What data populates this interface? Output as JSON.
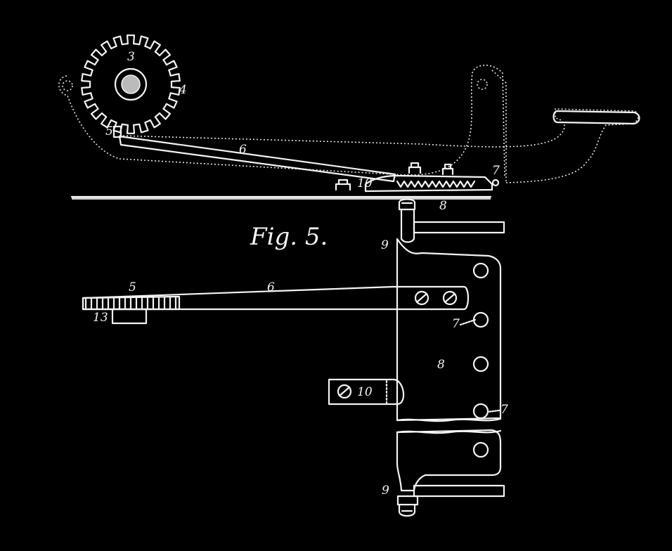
{
  "figure": {
    "caption": "Fig. 5."
  },
  "labels": {
    "gear": "3",
    "gear_teeth": "4",
    "pawl_top": "5",
    "lever_top": "6",
    "pin_top": "7",
    "plate_top": "8",
    "spring_top": "10",
    "pawl_bottom": "5",
    "lever_bottom": "6",
    "gear_bottom": "13",
    "pivot_upper": "9",
    "hole_upper": "7",
    "plate_bottom": "8",
    "block_bottom": "10",
    "hole_lower": "7",
    "pivot_lower": "9"
  }
}
